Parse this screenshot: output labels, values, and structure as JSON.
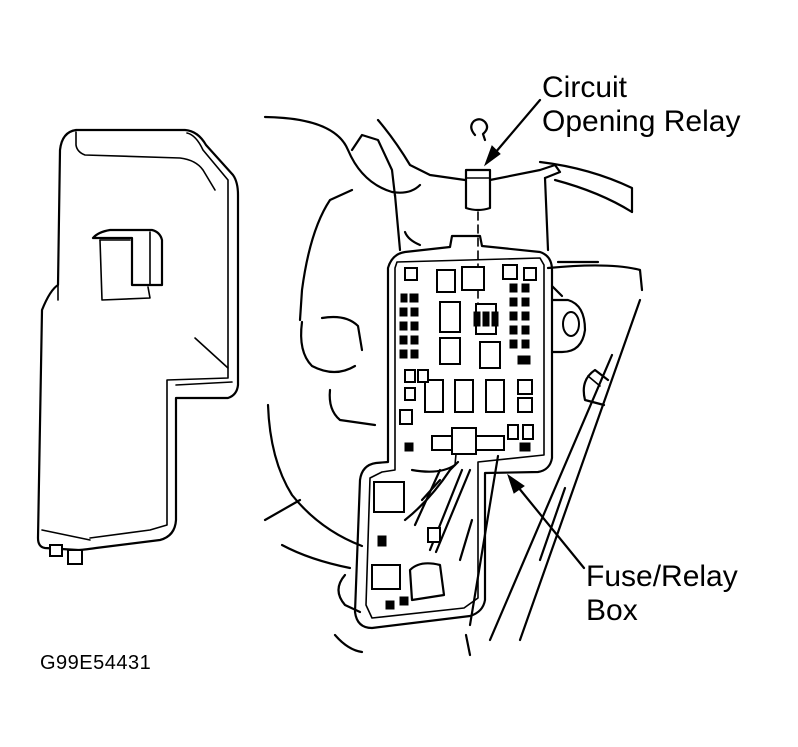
{
  "diagram": {
    "callouts": {
      "circuit_opening_relay_line1": "Circuit",
      "circuit_opening_relay_line2": "Opening Relay",
      "fuse_relay_box_line1": "Fuse/Relay",
      "fuse_relay_box_line2": "Box"
    },
    "figure_id": "G99E54431"
  }
}
